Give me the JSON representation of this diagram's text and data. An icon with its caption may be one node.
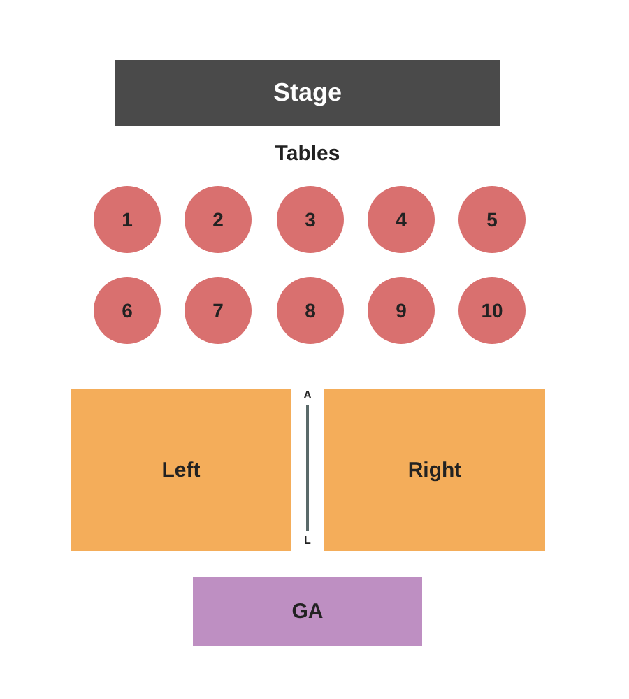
{
  "diagram": {
    "nodes": [
      {
        "text": [
          "Stage"
        ]
      },
      {
        "text": [
          "1"
        ]
      },
      {
        "text": [
          "2"
        ]
      },
      {
        "text": [
          "3"
        ]
      },
      {
        "text": [
          "4"
        ]
      },
      {
        "text": [
          "5"
        ]
      },
      {
        "text": [
          "6"
        ]
      },
      {
        "text": [
          "7"
        ]
      },
      {
        "text": [
          "8"
        ]
      },
      {
        "text": [
          "9"
        ]
      },
      {
        "text": [
          "10"
        ]
      },
      {
        "text": [
          "Left"
        ]
      },
      {
        "text": [
          "Right"
        ]
      },
      {
        "text": [
          "GA"
        ]
      }
    ],
    "labels": [
      "Tables",
      "A",
      "L"
    ]
  }
}
